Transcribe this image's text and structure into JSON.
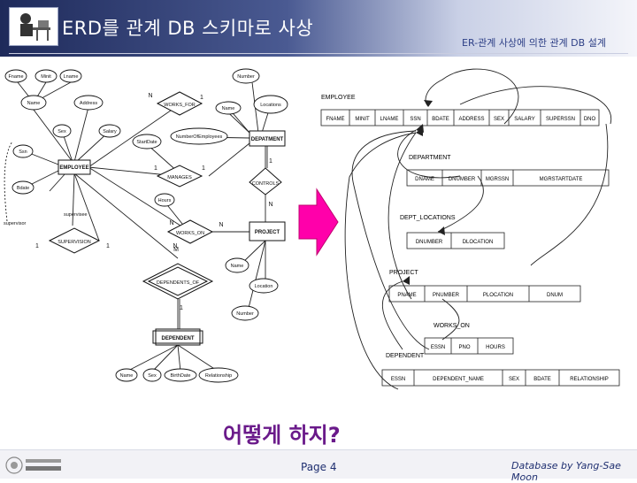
{
  "header": {
    "title": "ERD를 관계 DB 스키마로 사상",
    "subtitle": "ER-관계 사상에 의한 관계 DB 설계"
  },
  "erd": {
    "entities": [
      "EMPLOYEE",
      "DEPATMENT",
      "PROJECT",
      "DEPENDENT"
    ],
    "relationships": [
      "WORKS_FOR",
      "MANAGES",
      "CONTROLS",
      "WORKS_ON",
      "SUPERVISION",
      "DEPENDENTS_OF"
    ],
    "attributes": [
      "Fname",
      "Minit",
      "Lname",
      "Name",
      "Address",
      "Sex",
      "Salary",
      "Ssn",
      "Bdate",
      "StartDate",
      "NumberOfEmployees",
      "Name",
      "Locations",
      "Number",
      "Hours",
      "Name",
      "Location",
      "Number",
      "Name",
      "Sex",
      "BirthDate",
      "Relationship"
    ],
    "role_labels": [
      "supervisor",
      "supervisee"
    ],
    "cardinalities": [
      "N",
      "1",
      "1",
      "1",
      "1",
      "N",
      "N",
      "M",
      "1",
      "1",
      "N",
      "1",
      "N"
    ]
  },
  "schema": {
    "tables": [
      {
        "name": "EMPLOYEE",
        "columns": [
          "FNAME",
          "MINIT",
          "LNAME",
          "SSN",
          "BDATE",
          "ADDRESS",
          "SEX",
          "SALARY",
          "SUPERSSN",
          "DNO"
        ]
      },
      {
        "name": "DEPARTMENT",
        "columns": [
          "DNAME",
          "DNUMBER",
          "MGRSSN",
          "MGRSTARTDATE"
        ]
      },
      {
        "name": "DEPT_LOCATIONS",
        "columns": [
          "DNUMBER",
          "DLOCATION"
        ]
      },
      {
        "name": "PROJECT",
        "columns": [
          "PNAME",
          "PNUMBER",
          "PLOCATION",
          "DNUM"
        ]
      },
      {
        "name": "WORKS_ON",
        "columns": [
          "ESSN",
          "PNO",
          "HOURS"
        ]
      },
      {
        "name": "DEPENDENT",
        "columns": [
          "ESSN",
          "DEPENDENT_NAME",
          "SEX",
          "BDATE",
          "RELATIONSHIP"
        ]
      }
    ]
  },
  "question": "어떻게 하지?",
  "footer": {
    "page": "Page 4",
    "author": "Database by Yang-Sae Moon"
  },
  "colors": {
    "arrow": "#ff00aa",
    "header_dark": "#1e2a5a",
    "question": "#6a1a8a"
  }
}
